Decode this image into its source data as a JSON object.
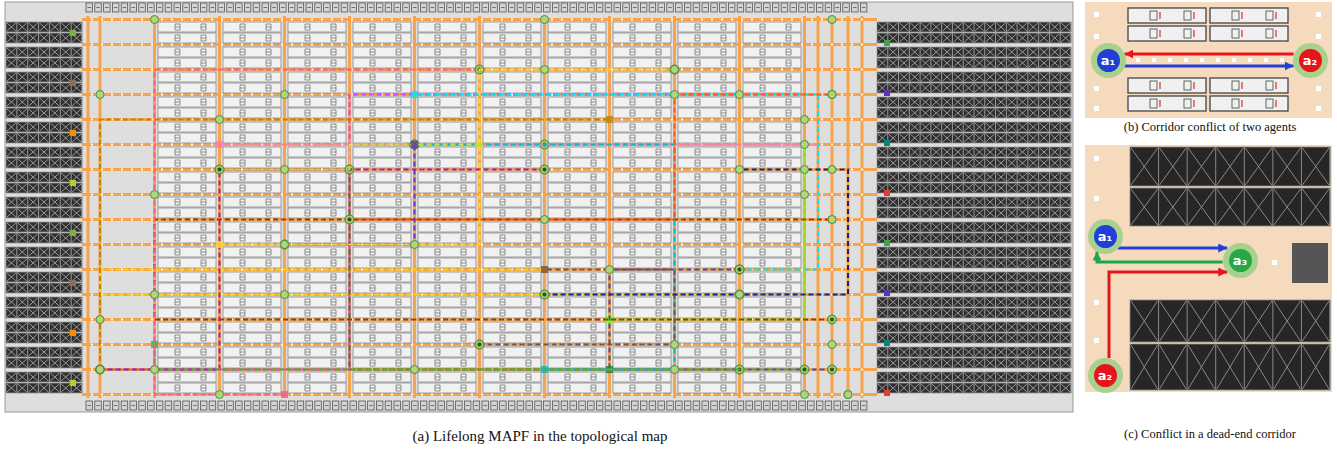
{
  "diagram": {
    "nodes": [
      {
        "text": [
          "a₁"
        ]
      },
      {
        "text": [
          "a₂"
        ]
      },
      {
        "text": [
          "a₁"
        ]
      },
      {
        "text": [
          "a₂"
        ]
      },
      {
        "text": [
          "a₃"
        ]
      }
    ],
    "edges": [
      {
        "from": 0,
        "to": 1,
        "arrow": "to"
      },
      {
        "from": 1,
        "to": 0,
        "arrow": "to"
      },
      {
        "from": 2,
        "to": 4,
        "arrow": "to"
      },
      {
        "from": 3,
        "to": 4,
        "arrow": "to"
      },
      {
        "from": 4,
        "to": 2,
        "arrow": "to"
      }
    ],
    "labels": [
      "(a) Lifelong MAPF in the topological map",
      "(b) Corridor conflict of two agents",
      "(c) Conflict in a dead-end corridor"
    ]
  }
}
